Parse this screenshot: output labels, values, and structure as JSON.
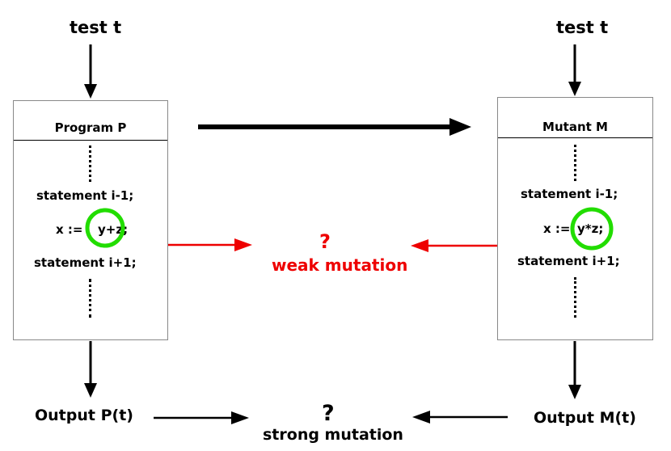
{
  "left": {
    "test_label": "test t",
    "title": "Program P",
    "stmt_before": "statement i-1;",
    "assign_prefix": "x :=",
    "assign_expr": "y+z;",
    "stmt_after": "statement i+1;",
    "output": "Output P(t)"
  },
  "right": {
    "test_label": "test t",
    "title": "Mutant M",
    "stmt_before": "statement i-1;",
    "assign_prefix": "x :=",
    "assign_expr": "y*z;",
    "stmt_after": "statement i+1;",
    "output": "Output M(t)"
  },
  "weak": {
    "mark": "?",
    "label": "weak mutation"
  },
  "strong": {
    "mark": "?",
    "label": "strong mutation"
  },
  "colors": {
    "highlight": "#22dd00",
    "weak": "#ee0000",
    "arrow": "#000000",
    "box_border": "#888888"
  }
}
